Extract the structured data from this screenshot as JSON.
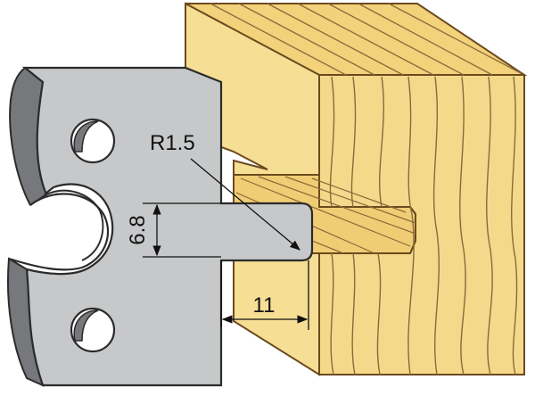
{
  "dimensions": {
    "radius_label": "R1.5",
    "height_label": "6.8",
    "width_label": "11"
  },
  "colors": {
    "wood_face": "#f4d98a",
    "wood_side": "#f6de95",
    "wood_top": "#f2d27a",
    "wood_outline": "#6b4a1e",
    "grain": "#8a6a3a",
    "blade_face": "#c7c8ca",
    "blade_side": "#77787b",
    "blade_outline": "#2b2b2b",
    "dim_line": "#111111"
  }
}
